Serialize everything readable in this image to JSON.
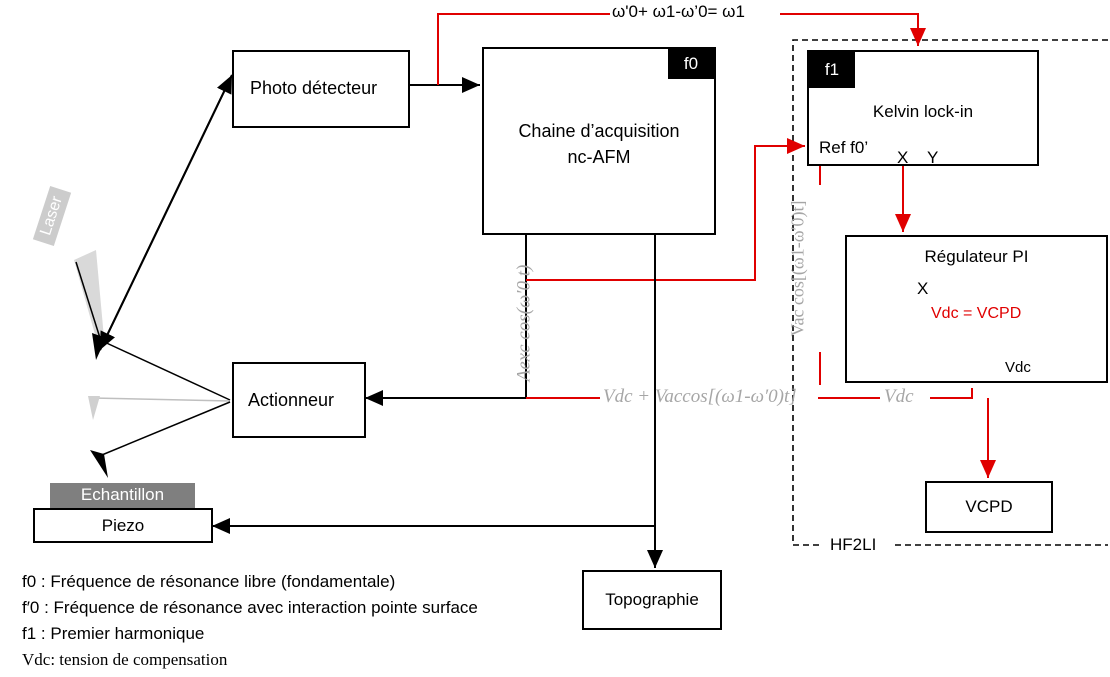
{
  "boxes": {
    "photodetector": "Photo détecteur",
    "acquisition_line1": "Chaine d’acquisition",
    "acquisition_line2": "nc-AFM",
    "acquisition_tag": "f0",
    "kelvin": "Kelvin lock-in",
    "kelvin_tag": "f1",
    "kelvin_ref": "Ref f0’",
    "kelvin_x": "X",
    "kelvin_y": "Y",
    "regulator": "Régulateur PI",
    "regulator_axis_x": "X",
    "regulator_axis_v": "Vdc",
    "regulator_eq": "Vdc = VCPD",
    "actuator": "Actionneur",
    "sample": "Echantillon",
    "piezo": "Piezo",
    "topography": "Topographie",
    "vcpd": "VCPD",
    "hf2li": "HF2LI",
    "laser": "Laser"
  },
  "signals": {
    "top_feedback": "ω'0+ ω1-ω’0= ω1",
    "excitation": "Aexc cos(ω′0 t)",
    "vac_vertical": "Vac cos[(ω1-ω′0)t]",
    "sum": "Vdc + Vaccos[(ω1-ω′0)t]",
    "vdc": "Vdc"
  },
  "legend": [
    {
      "sym": "f0",
      "text": " : Fréquence de résonance libre (fondamentale)"
    },
    {
      "sym": "f′0",
      "text": " : Fréquence de résonance avec interaction pointe surface"
    },
    {
      "sym": "f1",
      "text": " : Premier harmonique"
    },
    {
      "sym": "Vdc",
      "text": ": tension de compensation"
    }
  ],
  "colors": {
    "signal_red": "#e00000",
    "gray": "#a6a6a6",
    "black": "#000000"
  }
}
